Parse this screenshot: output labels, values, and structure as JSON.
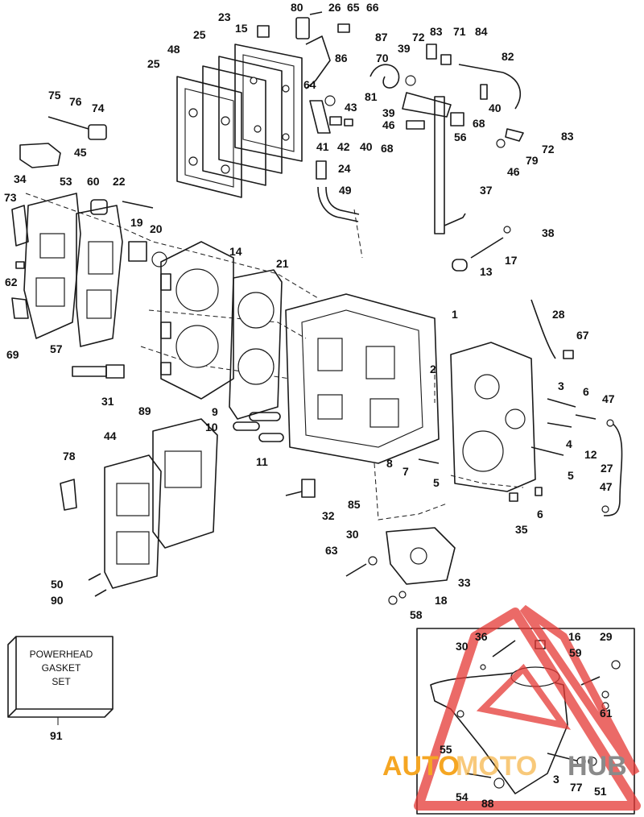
{
  "colors": {
    "ink": "#1a1a1a",
    "paper": "#ffffff",
    "watermark_red": "#e53935",
    "watermark_gold": "#f5a623",
    "watermark_gray": "#8a8a8a"
  },
  "kit_box": {
    "lines": [
      "POWERHEAD",
      "GASKET",
      "SET"
    ],
    "number": "91"
  },
  "watermark": {
    "word_auto": "AUTO",
    "word_moto": "MOTO",
    "word_hub": "HUB"
  },
  "callouts": [
    {
      "id": "c80",
      "text": "80"
    },
    {
      "id": "c26",
      "text": "26"
    },
    {
      "id": "c65",
      "text": "65"
    },
    {
      "id": "c66",
      "text": "66"
    },
    {
      "id": "c23",
      "text": "23"
    },
    {
      "id": "c15",
      "text": "15"
    },
    {
      "id": "c25a",
      "text": "25"
    },
    {
      "id": "c48",
      "text": "48"
    },
    {
      "id": "c25b",
      "text": "25"
    },
    {
      "id": "c87",
      "text": "87"
    },
    {
      "id": "c72a",
      "text": "72"
    },
    {
      "id": "c83a",
      "text": "83"
    },
    {
      "id": "c71",
      "text": "71"
    },
    {
      "id": "c84",
      "text": "84"
    },
    {
      "id": "c82",
      "text": "82"
    },
    {
      "id": "c39a",
      "text": "39"
    },
    {
      "id": "c70",
      "text": "70"
    },
    {
      "id": "c86",
      "text": "86"
    },
    {
      "id": "c64",
      "text": "64"
    },
    {
      "id": "c75",
      "text": "75"
    },
    {
      "id": "c76",
      "text": "76"
    },
    {
      "id": "c74",
      "text": "74"
    },
    {
      "id": "c81",
      "text": "81"
    },
    {
      "id": "c43",
      "text": "43"
    },
    {
      "id": "c39b",
      "text": "39"
    },
    {
      "id": "c40a",
      "text": "40"
    },
    {
      "id": "c46a",
      "text": "46"
    },
    {
      "id": "c68a",
      "text": "68"
    },
    {
      "id": "c45",
      "text": "45"
    },
    {
      "id": "c41",
      "text": "41"
    },
    {
      "id": "c42",
      "text": "42"
    },
    {
      "id": "c40b",
      "text": "40"
    },
    {
      "id": "c68b",
      "text": "68"
    },
    {
      "id": "c56",
      "text": "56"
    },
    {
      "id": "c83b",
      "text": "83"
    },
    {
      "id": "c72b",
      "text": "72"
    },
    {
      "id": "c79",
      "text": "79"
    },
    {
      "id": "c46b",
      "text": "46"
    },
    {
      "id": "c34",
      "text": "34"
    },
    {
      "id": "c53",
      "text": "53"
    },
    {
      "id": "c60",
      "text": "60"
    },
    {
      "id": "c22",
      "text": "22"
    },
    {
      "id": "c24",
      "text": "24"
    },
    {
      "id": "c49",
      "text": "49"
    },
    {
      "id": "c37",
      "text": "37"
    },
    {
      "id": "c73",
      "text": "73"
    },
    {
      "id": "c19",
      "text": "19"
    },
    {
      "id": "c20",
      "text": "20"
    },
    {
      "id": "c38",
      "text": "38"
    },
    {
      "id": "c14",
      "text": "14"
    },
    {
      "id": "c17",
      "text": "17"
    },
    {
      "id": "c21",
      "text": "21"
    },
    {
      "id": "c13",
      "text": "13"
    },
    {
      "id": "c62",
      "text": "62"
    },
    {
      "id": "c1",
      "text": "1"
    },
    {
      "id": "c28",
      "text": "28"
    },
    {
      "id": "c67",
      "text": "67"
    },
    {
      "id": "c69",
      "text": "69"
    },
    {
      "id": "c57",
      "text": "57"
    },
    {
      "id": "c2",
      "text": "2"
    },
    {
      "id": "c31",
      "text": "31"
    },
    {
      "id": "c3a",
      "text": "3"
    },
    {
      "id": "c6a",
      "text": "6"
    },
    {
      "id": "c47a",
      "text": "47"
    },
    {
      "id": "c89",
      "text": "89"
    },
    {
      "id": "c9",
      "text": "9"
    },
    {
      "id": "c10",
      "text": "10"
    },
    {
      "id": "c11",
      "text": "11"
    },
    {
      "id": "c4",
      "text": "4"
    },
    {
      "id": "c12",
      "text": "12"
    },
    {
      "id": "c44",
      "text": "44"
    },
    {
      "id": "c8",
      "text": "8"
    },
    {
      "id": "c7",
      "text": "7"
    },
    {
      "id": "c5a",
      "text": "5"
    },
    {
      "id": "c27",
      "text": "27"
    },
    {
      "id": "c78",
      "text": "78"
    },
    {
      "id": "c5b",
      "text": "5"
    },
    {
      "id": "c47b",
      "text": "47"
    },
    {
      "id": "c85",
      "text": "85"
    },
    {
      "id": "c6b",
      "text": "6"
    },
    {
      "id": "c32",
      "text": "32"
    },
    {
      "id": "c35",
      "text": "35"
    },
    {
      "id": "c30a",
      "text": "30"
    },
    {
      "id": "c63",
      "text": "63"
    },
    {
      "id": "c50",
      "text": "50"
    },
    {
      "id": "c33",
      "text": "33"
    },
    {
      "id": "c90",
      "text": "90"
    },
    {
      "id": "c18",
      "text": "18"
    },
    {
      "id": "c58",
      "text": "58"
    },
    {
      "id": "c36",
      "text": "36"
    },
    {
      "id": "c16",
      "text": "16"
    },
    {
      "id": "c29",
      "text": "29"
    },
    {
      "id": "c30b",
      "text": "30"
    },
    {
      "id": "c59",
      "text": "59"
    },
    {
      "id": "c61",
      "text": "61"
    },
    {
      "id": "c55",
      "text": "55"
    },
    {
      "id": "c3b",
      "text": "3"
    },
    {
      "id": "c77",
      "text": "77"
    },
    {
      "id": "c51",
      "text": "51"
    },
    {
      "id": "c54",
      "text": "54"
    },
    {
      "id": "c88",
      "text": "88"
    }
  ]
}
